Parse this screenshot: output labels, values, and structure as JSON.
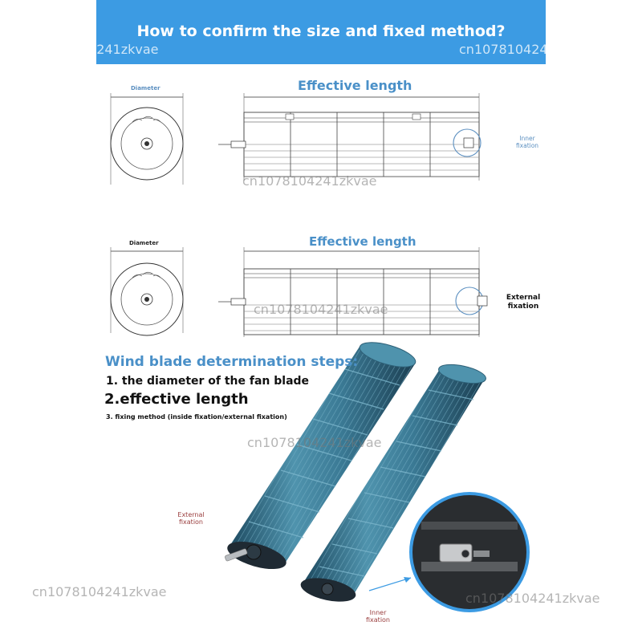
{
  "banner": {
    "title": "How to confirm the size and fixed method?"
  },
  "watermark": "cn1078104241zkvae",
  "diagram_top": {
    "diameter_label": "Diameter",
    "effective_length": "Effective length",
    "fixation_label_line1": "Inner",
    "fixation_label_line2": "fixation"
  },
  "diagram_bottom": {
    "diameter_label": "Diameter",
    "effective_length": "Effective length",
    "fixation_label_line1": "External",
    "fixation_label_line2": "fixation"
  },
  "steps": {
    "title": "Wind blade determination steps:",
    "step1": "1. the diameter of the fan blade",
    "step2": "2.effective length",
    "step3": "3. fixing method (inside fixation/external fixation)"
  },
  "photo_labels": {
    "external_line1": "External",
    "external_line2": "fixation",
    "inner_line1": "Inner",
    "inner_line2": "fixation"
  },
  "colors": {
    "banner": "#3c9be3",
    "accent_text": "#4a90c8",
    "fan_blue": "#3b7a95",
    "fan_dark": "#1f2a33"
  }
}
